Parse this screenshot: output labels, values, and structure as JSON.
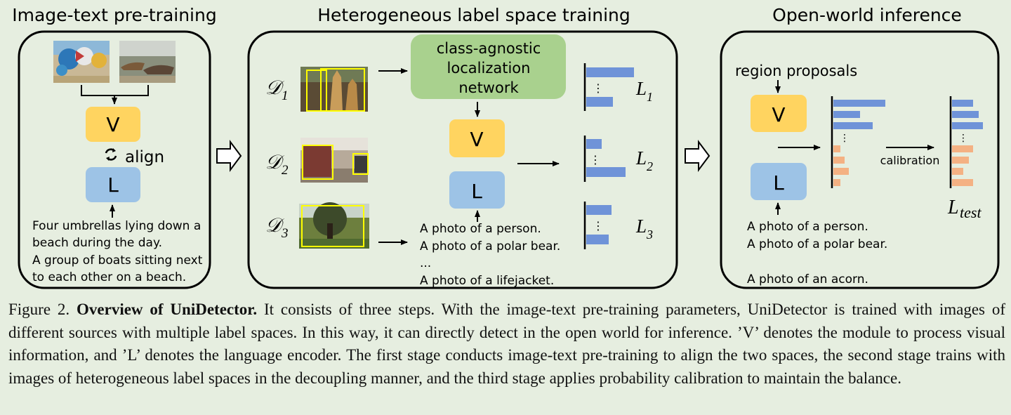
{
  "titles": {
    "pretrain": "Image-text pre-training",
    "hetero": "Heterogeneous label space training",
    "openworld": "Open-world inference"
  },
  "pretrain": {
    "v_label": "V",
    "l_label": "L",
    "align_label": "align",
    "captions": [
      "Four umbrellas lying down a",
      "beach during the day.",
      "A group of boats sitting next",
      "to each other on a beach."
    ]
  },
  "hetero": {
    "datasets": [
      {
        "d": "𝒟",
        "sub": "1",
        "loss": "L",
        "loss_sub": "1"
      },
      {
        "d": "𝒟",
        "sub": "2",
        "loss": "L",
        "loss_sub": "2"
      },
      {
        "d": "𝒟",
        "sub": "3",
        "loss": "L",
        "loss_sub": "3"
      }
    ],
    "network_lines": [
      "class-agnostic",
      "localization",
      "network"
    ],
    "v_label": "V",
    "l_label": "L",
    "prompts": [
      "A photo of a person.",
      "A photo of a polar bear.",
      "...",
      "A photo of a lifejacket."
    ],
    "ellipsis": "⋮"
  },
  "openworld": {
    "region_proposals": "region proposals",
    "v_label": "V",
    "l_label": "L",
    "calibration": "calibration",
    "loss": "L",
    "loss_sub": "test",
    "prompts": [
      "A photo of a person.",
      "A photo of a polar bear.",
      "A photo of an acorn."
    ],
    "ellipsis": "⋮"
  },
  "caption": {
    "figure_label": "Figure 2.",
    "bold_title": "Overview of UniDetector.",
    "text": "It consists of three steps. With the image-text pre-training parameters, UniDetector is trained with images of different sources with multiple label spaces. In this way, it can directly detect in the open world for inference. ’V’ denotes the module to process visual information, and ’L’ denotes the language encoder. The first stage conducts image-text pre-training to align the two spaces, the second stage trains with images of heterogeneous label spaces in the decoupling manner, and the third stage applies probability calibration to maintain the balance."
  },
  "colors": {
    "v_box": "#ffd460",
    "l_box": "#9dc3e6",
    "network_box": "#a9d18e",
    "blue_bar": "#6f93d8",
    "orange_bar": "#f4b183",
    "bbox": "#ffff00",
    "background": "#e6eee0"
  },
  "icons": [
    "right-hollow-arrow-icon",
    "sync-cycle-icon"
  ]
}
